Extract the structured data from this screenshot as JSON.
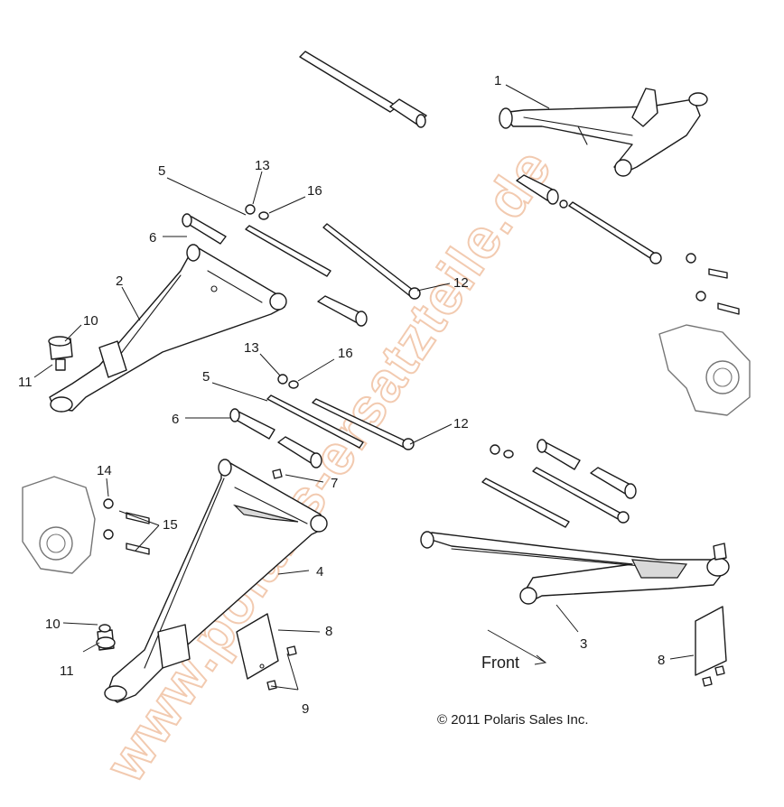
{
  "callouts": {
    "c1": "1",
    "c2": "2",
    "c3": "3",
    "c4": "4",
    "c5a": "5",
    "c5b": "5",
    "c6a": "6",
    "c6b": "6",
    "c7": "7",
    "c8a": "8",
    "c8b": "8",
    "c9": "9",
    "c10a": "10",
    "c10b": "10",
    "c11a": "11",
    "c11b": "11",
    "c12a": "12",
    "c12b": "12",
    "c13a": "13",
    "c13b": "13",
    "c14": "14",
    "c15": "15",
    "c16a": "16",
    "c16b": "16"
  },
  "front_label": "Front",
  "copyright": "© 2011 Polaris Sales Inc.",
  "watermark": "www.polaris-ersatzteile.de",
  "colors": {
    "line": "#1a1a1a",
    "watermark": "#e8a070",
    "background": "#ffffff"
  }
}
